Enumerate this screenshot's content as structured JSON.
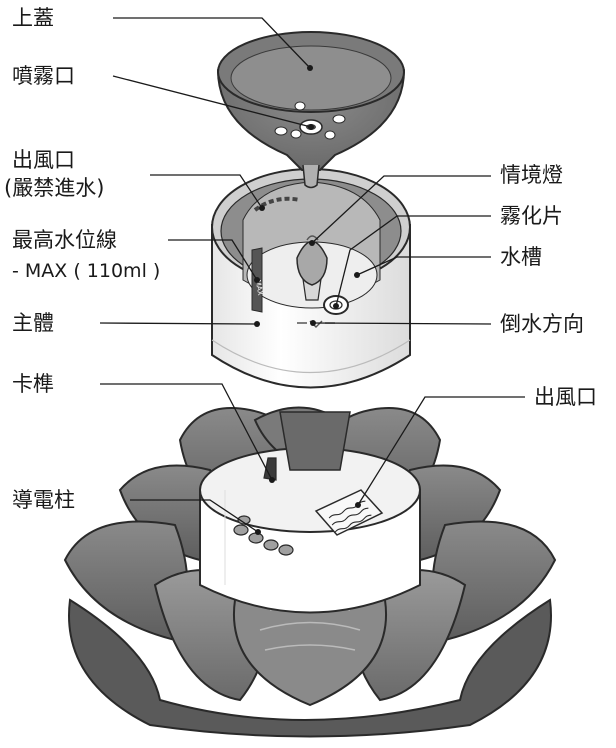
{
  "labels": {
    "top_cover": "上蓋",
    "mist_outlet": "噴霧口",
    "air_outlet_left_line1": "出風口",
    "air_outlet_left_line2": "(嚴禁進水)",
    "max_water_line1": "最高水位線",
    "max_water_line2": "- MAX ( 110ml )",
    "main_body": "主體",
    "latch": "卡榫",
    "conductive_pin": "導電柱",
    "mood_light": "情境燈",
    "atomizer": "霧化片",
    "water_tank": "水槽",
    "pour_direction": "倒水方向",
    "air_outlet_right": "出風口"
  },
  "markings": {
    "max_mark": "MAX"
  },
  "colors": {
    "dark_gray": "#6f6f6f",
    "mid_gray": "#9b9b9b",
    "light_gray": "#c8c8c8",
    "body_white": "#ffffff",
    "outline": "#2a2a2a"
  }
}
